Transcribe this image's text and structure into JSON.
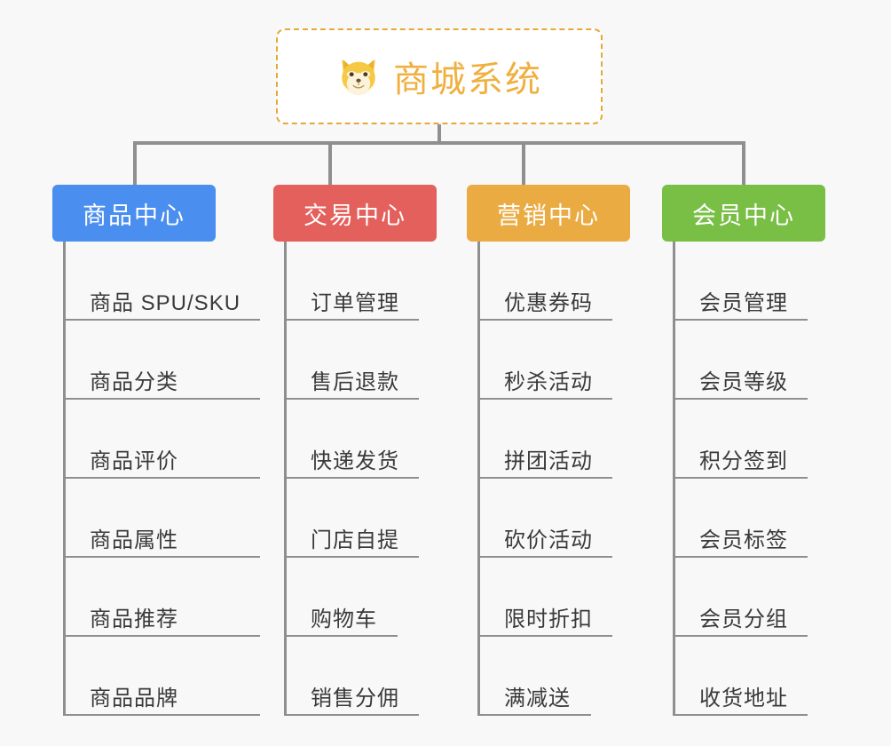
{
  "page": {
    "background_color": "#f8f8f8",
    "connector_color": "#8f8f8f",
    "item_text_color": "#3a3a3a"
  },
  "root": {
    "title": "商城系统",
    "icon": "shiba-dog-face-emoji",
    "text_color": "#f0b040",
    "border_color": "#e8a838",
    "background_color": "#ffffff"
  },
  "branches": [
    {
      "label": "商品中心",
      "color": "#4a8ef0",
      "items": [
        "商品 SPU/SKU",
        "商品分类",
        "商品评价",
        "商品属性",
        "商品推荐",
        "商品品牌"
      ]
    },
    {
      "label": "交易中心",
      "color": "#e4605c",
      "items": [
        "订单管理",
        "售后退款",
        "快递发货",
        "门店自提",
        "购物车",
        "销售分佣"
      ]
    },
    {
      "label": "营销中心",
      "color": "#eaab43",
      "items": [
        "优惠券码",
        "秒杀活动",
        "拼团活动",
        "砍价活动",
        "限时折扣",
        "满减送"
      ]
    },
    {
      "label": "会员中心",
      "color": "#79bf45",
      "items": [
        "会员管理",
        "会员等级",
        "积分签到",
        "会员标签",
        "会员分组",
        "收货地址"
      ]
    }
  ]
}
